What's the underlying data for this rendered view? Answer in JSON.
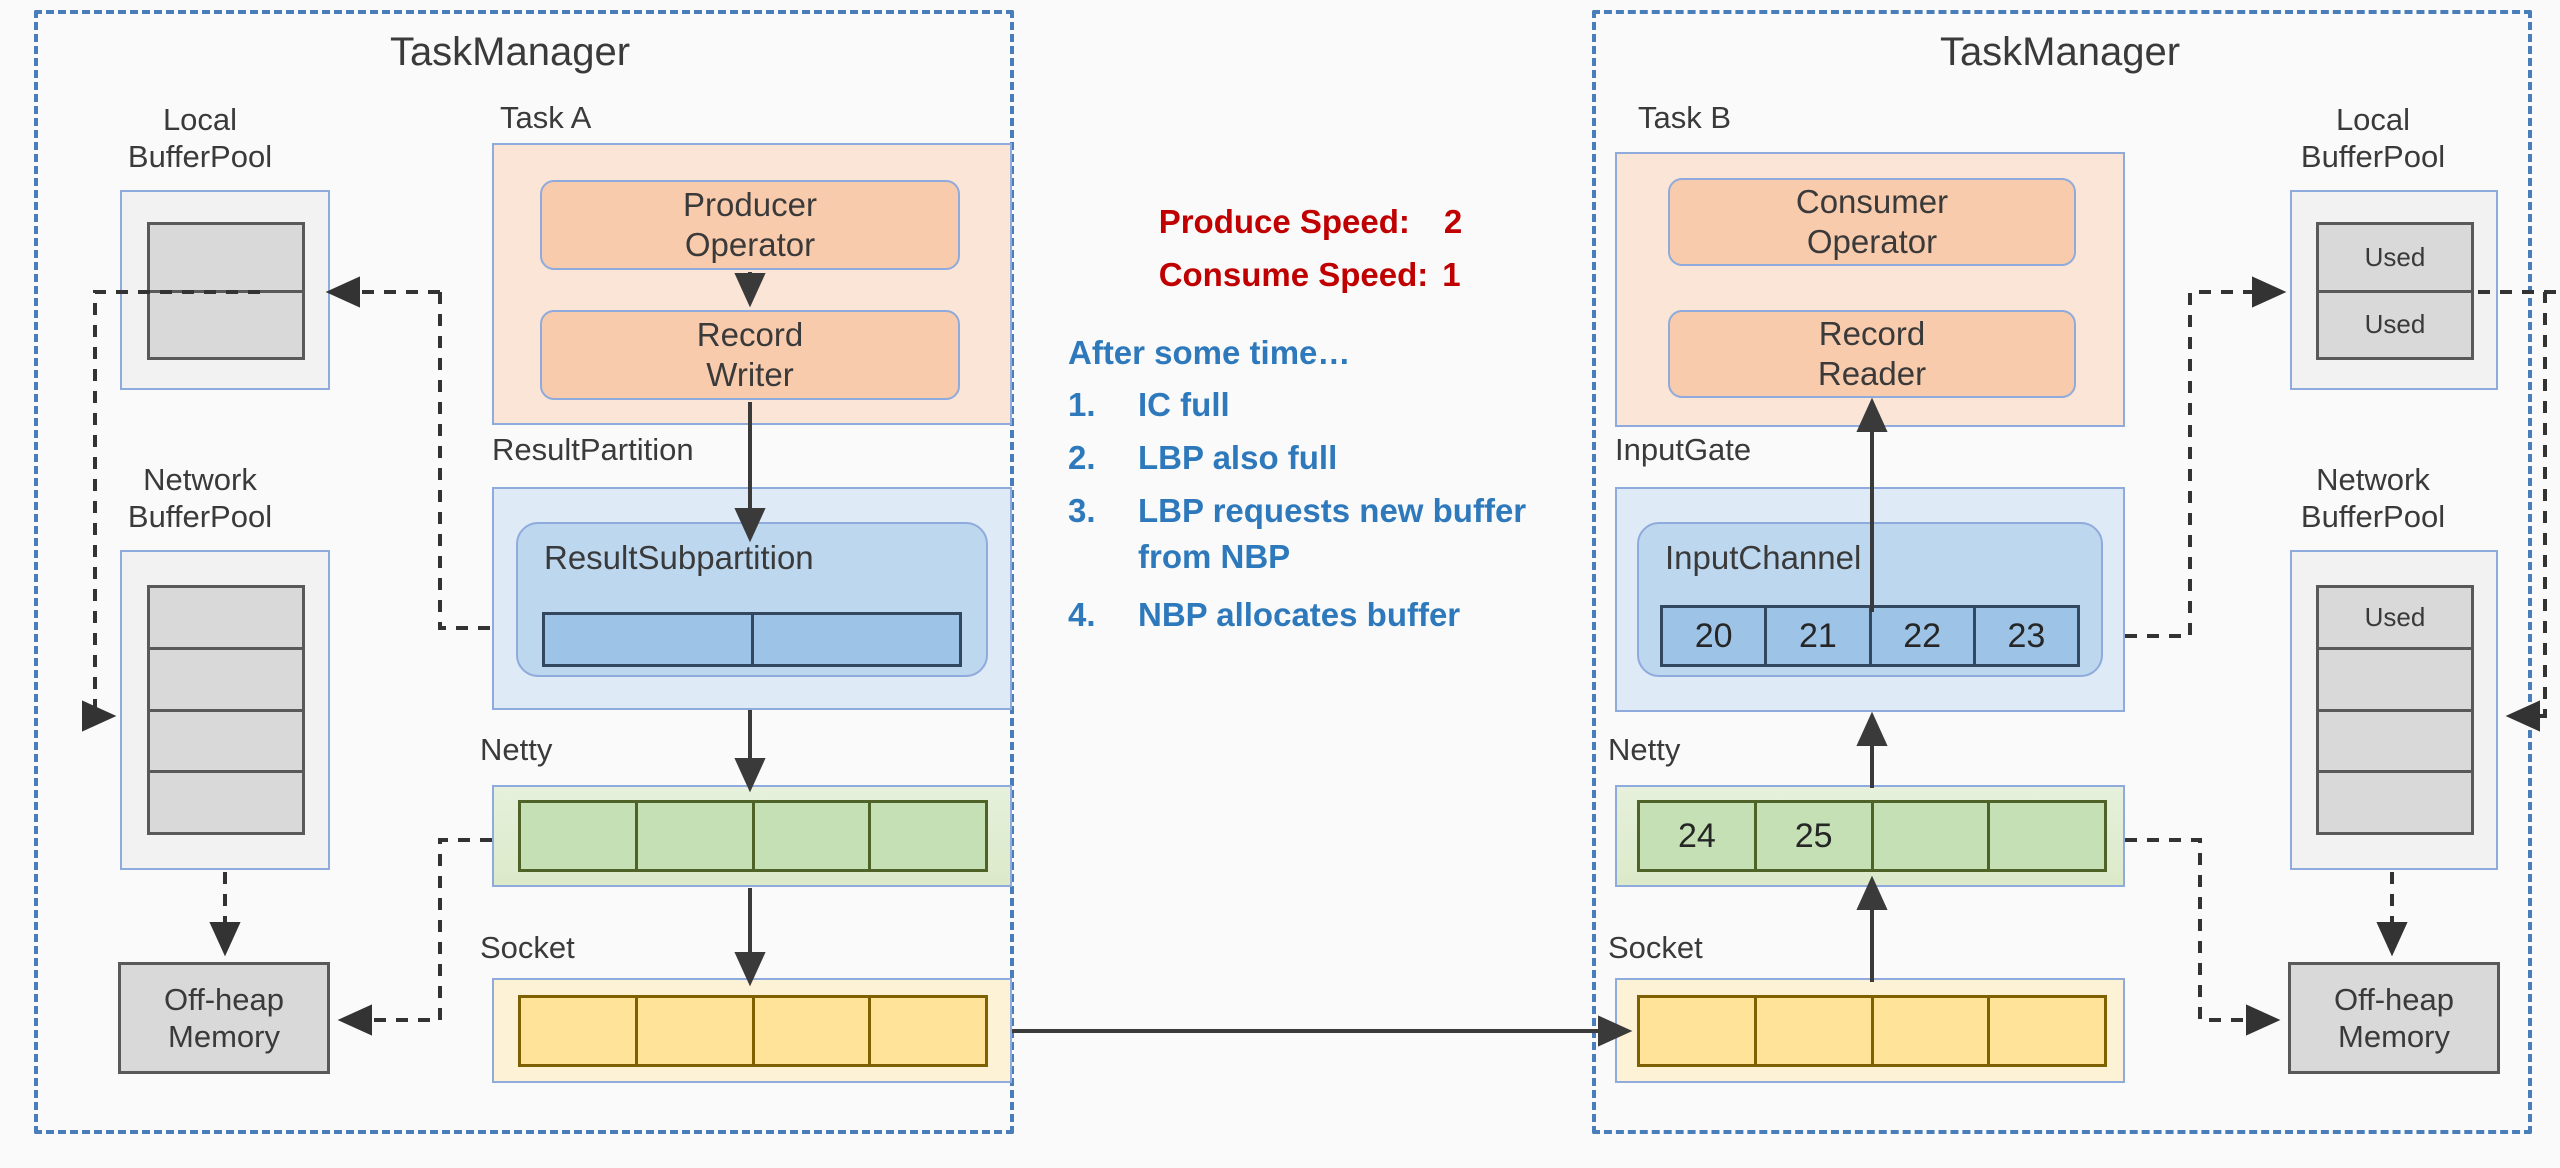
{
  "left_tm": {
    "title": "TaskManager",
    "local_bufferpool": {
      "label": "Local\nBufferPool",
      "cells": [
        "",
        ""
      ]
    },
    "network_bufferpool": {
      "label": "Network\nBufferPool",
      "cells": [
        "",
        "",
        "",
        ""
      ]
    },
    "offheap": {
      "label": "Off-heap\nMemory"
    },
    "task": {
      "label": "Task A",
      "boxes": [
        "Producer\nOperator",
        "Record\nWriter"
      ]
    },
    "result_partition": {
      "label": "ResultPartition",
      "subpartition_label": "ResultSubpartition",
      "cells": [
        "",
        ""
      ]
    },
    "netty": {
      "label": "Netty",
      "cells": [
        "",
        "",
        "",
        ""
      ]
    },
    "socket": {
      "label": "Socket",
      "cells": [
        "",
        "",
        "",
        ""
      ]
    }
  },
  "right_tm": {
    "title": "TaskManager",
    "local_bufferpool": {
      "label": "Local\nBufferPool",
      "cells": [
        "Used",
        "Used"
      ]
    },
    "network_bufferpool": {
      "label": "Network\nBufferPool",
      "cells": [
        "Used",
        "",
        "",
        ""
      ]
    },
    "offheap": {
      "label": "Off-heap\nMemory"
    },
    "task": {
      "label": "Task B",
      "boxes": [
        "Consumer\nOperator",
        "Record\nReader"
      ]
    },
    "input_gate": {
      "label": "InputGate",
      "channel_label": "InputChannel",
      "cells": [
        "20",
        "21",
        "22",
        "23"
      ]
    },
    "netty": {
      "label": "Netty",
      "cells": [
        "24",
        "25",
        "",
        ""
      ]
    },
    "socket": {
      "label": "Socket",
      "cells": [
        "",
        "",
        "",
        ""
      ]
    }
  },
  "annotations": {
    "produce_speed_label": "Produce Speed:",
    "produce_speed_value": "2",
    "consume_speed_label": "Consume Speed:",
    "consume_speed_value": "1",
    "heading": "After some time…",
    "steps": [
      {
        "num": "1.",
        "text": "IC full"
      },
      {
        "num": "2.",
        "text": "LBP also full"
      },
      {
        "num": "3.",
        "text": "LBP requests new buffer\nfrom NBP"
      },
      {
        "num": "4.",
        "text": "NBP allocates buffer"
      }
    ]
  },
  "colors": {
    "dashed_container": "#4a7ebb",
    "red_note": "#c00000",
    "blue_note": "#2e79bb",
    "task_fill": "#fbe5d6",
    "operator_fill": "#f8cbad",
    "partition_fill": "#deeaf6",
    "buffer_blue": "#9dc3e6",
    "netty_green": "#c5e0b4",
    "socket_yellow": "#ffe399",
    "pool_grey": "#d9d9d9"
  }
}
